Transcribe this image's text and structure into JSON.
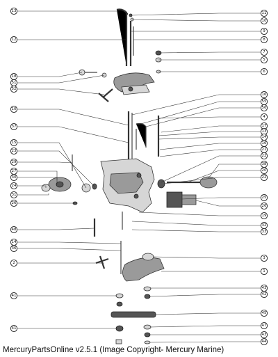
{
  "diagram": {
    "caption": "MercuryPartsOnline v2.5.1 (Image Copyright- Mercury Marine)",
    "left_callouts": [
      "13",
      "12",
      "18",
      "51",
      "52",
      "10",
      "37",
      "15",
      "23",
      "29",
      "27",
      "30",
      "24",
      "31",
      "26",
      "48",
      "14",
      "36",
      "2",
      "41",
      "41"
    ],
    "right_callouts": [
      "11",
      "10",
      "9",
      "8",
      "7",
      "5",
      "6",
      "16",
      "55",
      "56",
      "4",
      "17",
      "13",
      "14",
      "16",
      "21",
      "22",
      "38",
      "20",
      "22",
      "25",
      "26",
      "19",
      "32",
      "33",
      "3",
      "1",
      "43",
      "42",
      "45",
      "47",
      "43",
      "44"
    ]
  }
}
